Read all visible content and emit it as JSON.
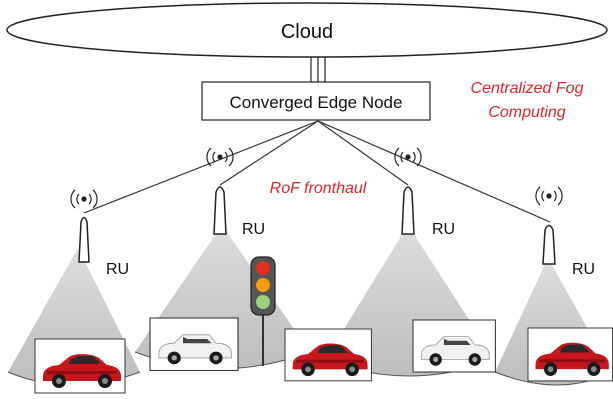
{
  "cloud": {
    "label": "Cloud"
  },
  "edge_node": {
    "label": "Converged Edge Node"
  },
  "annotations": {
    "centralized_line1": "Centralized Fog",
    "centralized_line2": "Computing",
    "fronthaul": "RoF fronthaul"
  },
  "radio_units": [
    {
      "label": "RU"
    },
    {
      "label": "RU"
    },
    {
      "label": "RU"
    },
    {
      "label": "RU"
    }
  ],
  "vehicles": [
    {
      "kind": "red-sedan"
    },
    {
      "kind": "white-convertible"
    },
    {
      "kind": "red-sedan"
    },
    {
      "kind": "white-convertible"
    },
    {
      "kind": "red-sedan"
    }
  ],
  "traffic_light": {
    "lights": [
      "red",
      "orange",
      "green"
    ]
  },
  "colors": {
    "accent_red": "#d9262c",
    "coverage_fill": "#d0d0d0",
    "line": "#222222",
    "car_red": "#c8161d",
    "car_white": "#f2f2f2"
  }
}
